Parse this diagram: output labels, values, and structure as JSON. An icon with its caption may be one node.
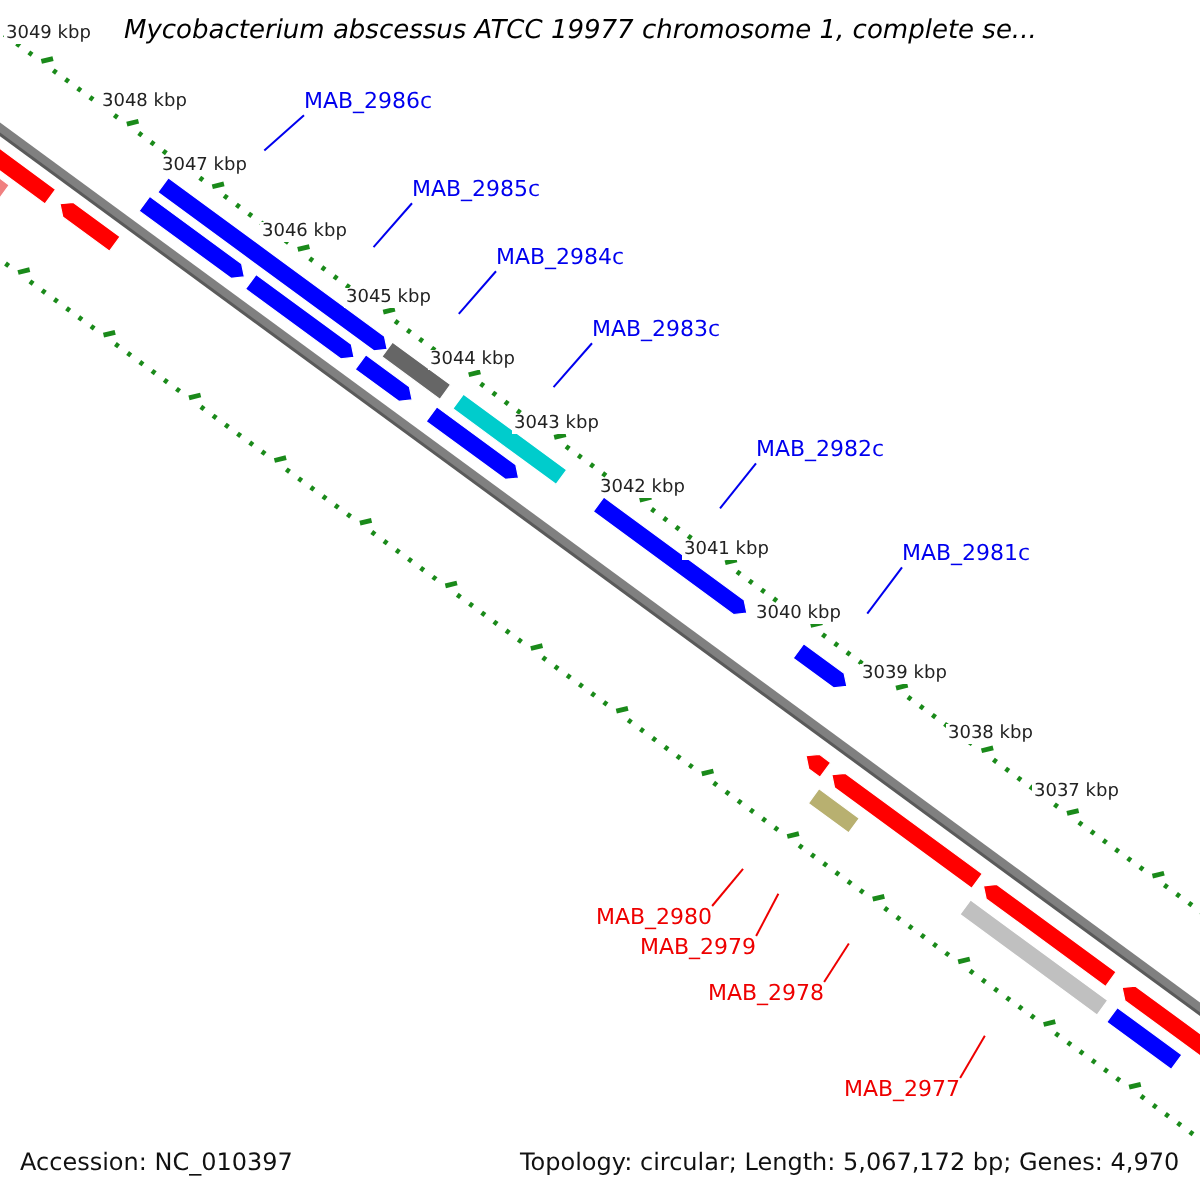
{
  "diagram": {
    "title": "Mycobacterium abscessus ATCC 19977 chromosome 1, complete se...",
    "nodes": [
      {
        "text": [
          "MAB_2986c"
        ]
      },
      {
        "text": [
          "MAB_2985c"
        ]
      },
      {
        "text": [
          "MAB_2984c"
        ]
      },
      {
        "text": [
          "MAB_2983c"
        ]
      },
      {
        "text": [
          "MAB_2982c"
        ]
      },
      {
        "text": [
          "MAB_2981c"
        ]
      },
      {
        "text": [
          "MAB_2980"
        ]
      },
      {
        "text": [
          "MAB_2979"
        ]
      },
      {
        "text": [
          "MAB_2978"
        ]
      },
      {
        "text": [
          "MAB_2977"
        ]
      }
    ],
    "edges": [
      {
        "from": 0,
        "to": null,
        "arrow": "none"
      },
      {
        "from": 1,
        "to": null,
        "arrow": "none"
      },
      {
        "from": 2,
        "to": null,
        "arrow": "none"
      },
      {
        "from": 3,
        "to": null,
        "arrow": "none"
      },
      {
        "from": 4,
        "to": null,
        "arrow": "none"
      },
      {
        "from": 5,
        "to": null,
        "arrow": "none"
      },
      {
        "from": 6,
        "to": null,
        "arrow": "none",
        "color": "#ee0000"
      },
      {
        "from": 7,
        "to": null,
        "arrow": "none",
        "color": "#ee0000"
      },
      {
        "from": 8,
        "to": null,
        "arrow": "none",
        "color": "#ee0000"
      },
      {
        "from": 9,
        "to": null,
        "arrow": "none",
        "color": "#ee0000"
      }
    ],
    "labels": [
      "3049 kbp",
      "3048 kbp",
      "3047 kbp",
      "3046 kbp",
      "3045 kbp",
      "3044 kbp",
      "3043 kbp",
      "3042 kbp",
      "3041 kbp",
      "3040 kbp",
      "3039 kbp",
      "3038 kbp",
      "3037 kbp",
      "Accession: NC_010397",
      "Topology: circular; Length: 5,067,172 bp; Genes: 4,970"
    ]
  }
}
